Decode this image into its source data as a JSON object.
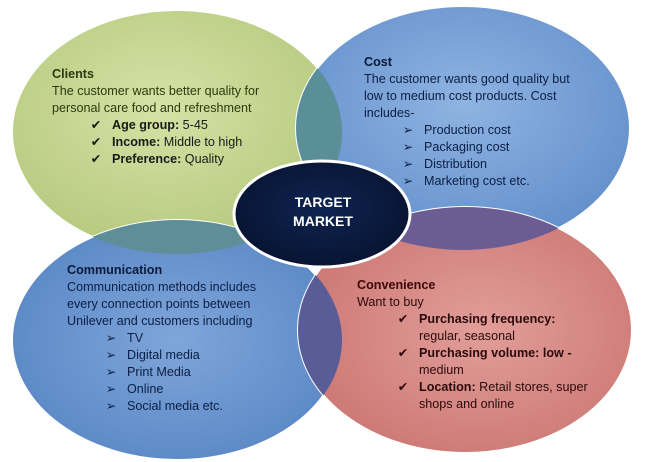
{
  "center": {
    "line1": "TARGET",
    "line2": "MARKET"
  },
  "clients": {
    "title": "Clients",
    "desc_line1": "The customer wants better quality for",
    "desc_line2": "personal care food and refreshment",
    "items": [
      {
        "label": "Age group:",
        "value": " 5-45"
      },
      {
        "label": "Income:",
        "value": " Middle to high"
      },
      {
        "label": "Preference:",
        "value": " Quality"
      }
    ]
  },
  "cost": {
    "title": "Cost",
    "desc_line1": "The customer wants good quality but",
    "desc_line2": "low to medium cost products. Cost",
    "desc_line3": "includes-",
    "items": [
      "Production cost",
      "Packaging cost",
      "Distribution",
      "Marketing cost etc."
    ]
  },
  "communication": {
    "title": "Communication",
    "desc_line1": "Communication methods includes",
    "desc_line2": "every connection points between",
    "desc_line3": "Unilever and customers including",
    "items": [
      "TV",
      "Digital media",
      "Print Media",
      "Online",
      "Social media etc."
    ]
  },
  "convenience": {
    "title": "Convenience",
    "desc_line1": "Want to buy",
    "items": [
      {
        "label": "Purchasing frequency:",
        "value": "regular, seasonal"
      },
      {
        "label": "Purchasing volume: low -",
        "value": "medium"
      },
      {
        "label": "Location:",
        "value_inline": " Retail stores, super",
        "value": "shops and online"
      }
    ]
  },
  "icons": {
    "check": "check-icon",
    "arrow": "arrow-bullet-icon"
  },
  "colors": {
    "clients_fill": "#c4d48c",
    "cost_fill": "#7fa8da",
    "communication_fill": "#6e9bd1",
    "convenience_fill": "#db8c88",
    "center_fill": "#0a1a40"
  }
}
